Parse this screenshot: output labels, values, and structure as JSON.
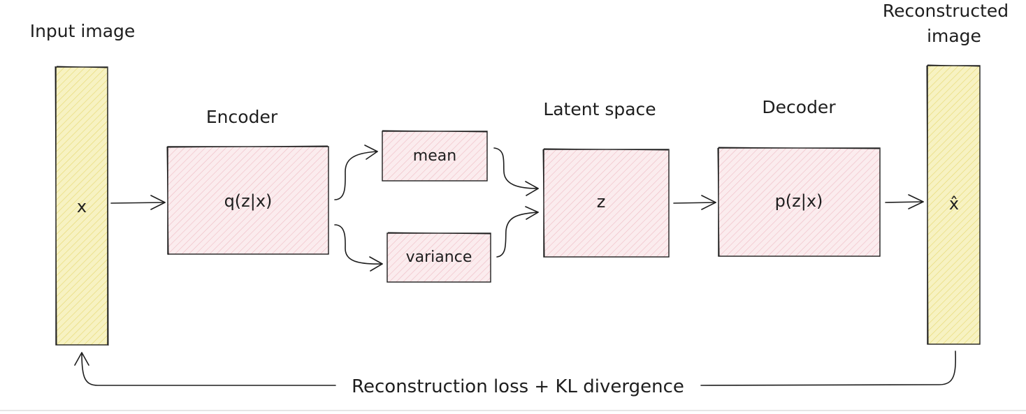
{
  "diagram": {
    "input_title": "Input image",
    "output_title_line1": "Reconstructed",
    "output_title_line2": "image",
    "encoder_title": "Encoder",
    "latent_title": "Latent space",
    "decoder_title": "Decoder",
    "input_symbol": "x",
    "encoder_formula": "q(z|x)",
    "mean_label": "mean",
    "variance_label": "variance",
    "latent_symbol": "z",
    "decoder_formula": "p(z|x)",
    "output_symbol": "x̂",
    "loss_label": "Reconstruction loss + KL divergence"
  },
  "colors": {
    "stroke": "#1e1e1e",
    "input_output_fill": "#f6f1b8",
    "input_output_hatch": "#e9dd6a",
    "block_fill": "#f8e4e7",
    "block_hatch": "#efb9c1"
  }
}
